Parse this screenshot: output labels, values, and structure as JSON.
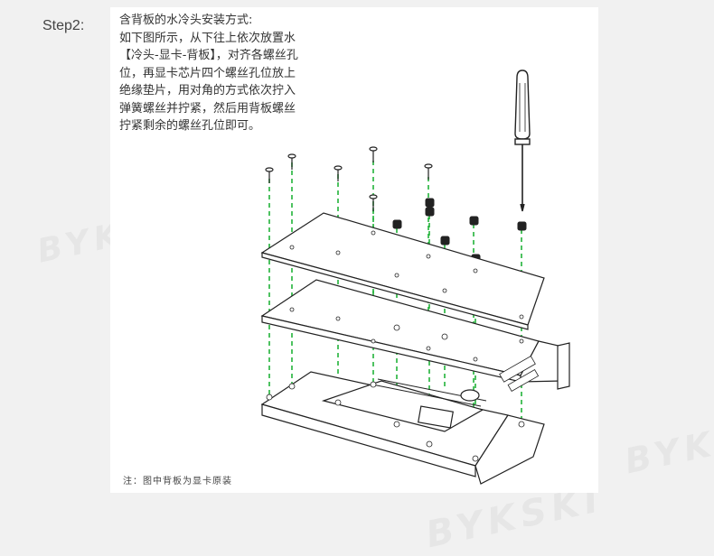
{
  "step_label": "Step2:",
  "instructions": {
    "line1": "含背板的水冷头安装方式:",
    "line2": "如下图所示，从下往上依次放置水",
    "line3": "【冷头-显卡-背板】，对齐各螺丝孔",
    "line4": "位，再显卡芯片四个螺丝孔位放上",
    "line5": "绝缘垫片，用对角的方式依次拧入",
    "line6": "弹簧螺丝并拧紧，然后用背板螺丝",
    "line7": "拧紧剩余的螺丝孔位即可。"
  },
  "note": "注：图中背板为显卡原装",
  "watermark": "BYKSKI",
  "colors": {
    "background": "#f1f1f1",
    "panel": "#ffffff",
    "guide_line": "#22b33a",
    "drawing": "#222222"
  },
  "icons": [
    "screwdriver-icon",
    "screw-icon",
    "nut-icon"
  ]
}
